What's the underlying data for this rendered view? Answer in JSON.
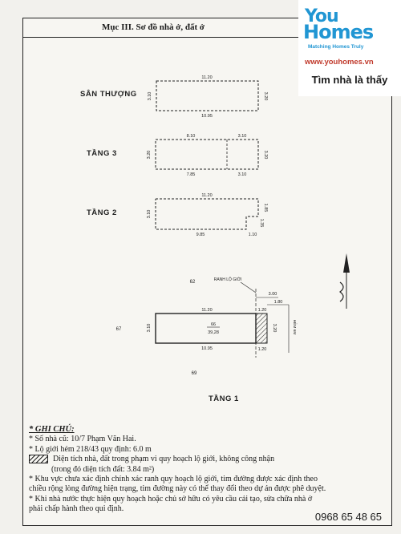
{
  "title": "Mục III. Sơ đồ nhà ở, đất ở",
  "floors": {
    "roof": {
      "label": "SÂN THƯỢNG",
      "top_dim": "11.20",
      "bottom_dim": "10.95",
      "left_dim": "3.10",
      "right_dim": "3.20"
    },
    "f3": {
      "label": "TẦNG 3",
      "top_left_dim": "8.10",
      "top_right_dim": "3.10",
      "bottom_left_dim": "7.85",
      "bottom_right_dim": "3.10",
      "left_dim": "3.20",
      "right_dim": "3.20"
    },
    "f2": {
      "label": "TẦNG 2",
      "top_dim": "11.20",
      "bottom_left_dim": "9.85",
      "bottom_right_dim": "1.10",
      "left_dim": "3.10",
      "right_top_dim": "1.85",
      "right_bot_dim": "1.35"
    },
    "f1": {
      "label": "TẦNG 1",
      "top_dim": "11.20",
      "bottom_dim": "10.95",
      "left_dim": "3.10",
      "right_dim": "3.20",
      "lot_no": "66",
      "area": "39,28",
      "north_neighbor": "62",
      "south_neighbor": "69",
      "west_neighbor": "67",
      "setback_label": "RANH LỘ GIỚI",
      "setback_dim_a": "3.00",
      "setback_dim_b": "1.80",
      "hatch_top": "1.20",
      "hatch_bottom": "1.20",
      "alley_label": "HẺM 6M"
    }
  },
  "notes": {
    "heading": "* GHI CHÚ:",
    "line1": "* Số nhà cũ: 10/7 Phạm Văn Hai.",
    "line2": "* Lộ giới hẻm 218/43 quy định:  6.0 m",
    "legend_text": "Diện tích nhà, đất trong phạm vi quy hoạch lộ giới, không công nhận",
    "legend_sub": "(trong đó diện tích đất: 3.84 m²)",
    "line3": "* Khu vực chưa xác định chính xác ranh quy hoạch lộ giới, tim đường được xác định theo",
    "line3b": "chiều rộng lòng đường hiện trạng, tim đường này có thể thay đổi theo dự án được phê duyệt.",
    "line4": "* Khi nhà nước thực hiện quy hoạch hoặc chủ sở hữu có yêu cầu cải tạo, sửa chữa nhà ở",
    "line4b": "phải chấp hành theo qui định."
  },
  "brand": {
    "logo_you": "You",
    "logo_homes": "Homes",
    "tagline": "Matching Homes Truly",
    "url": "www.youhomes.vn",
    "slogan": "Tìm nhà là thấy",
    "phone": "0968 65 48 65"
  }
}
